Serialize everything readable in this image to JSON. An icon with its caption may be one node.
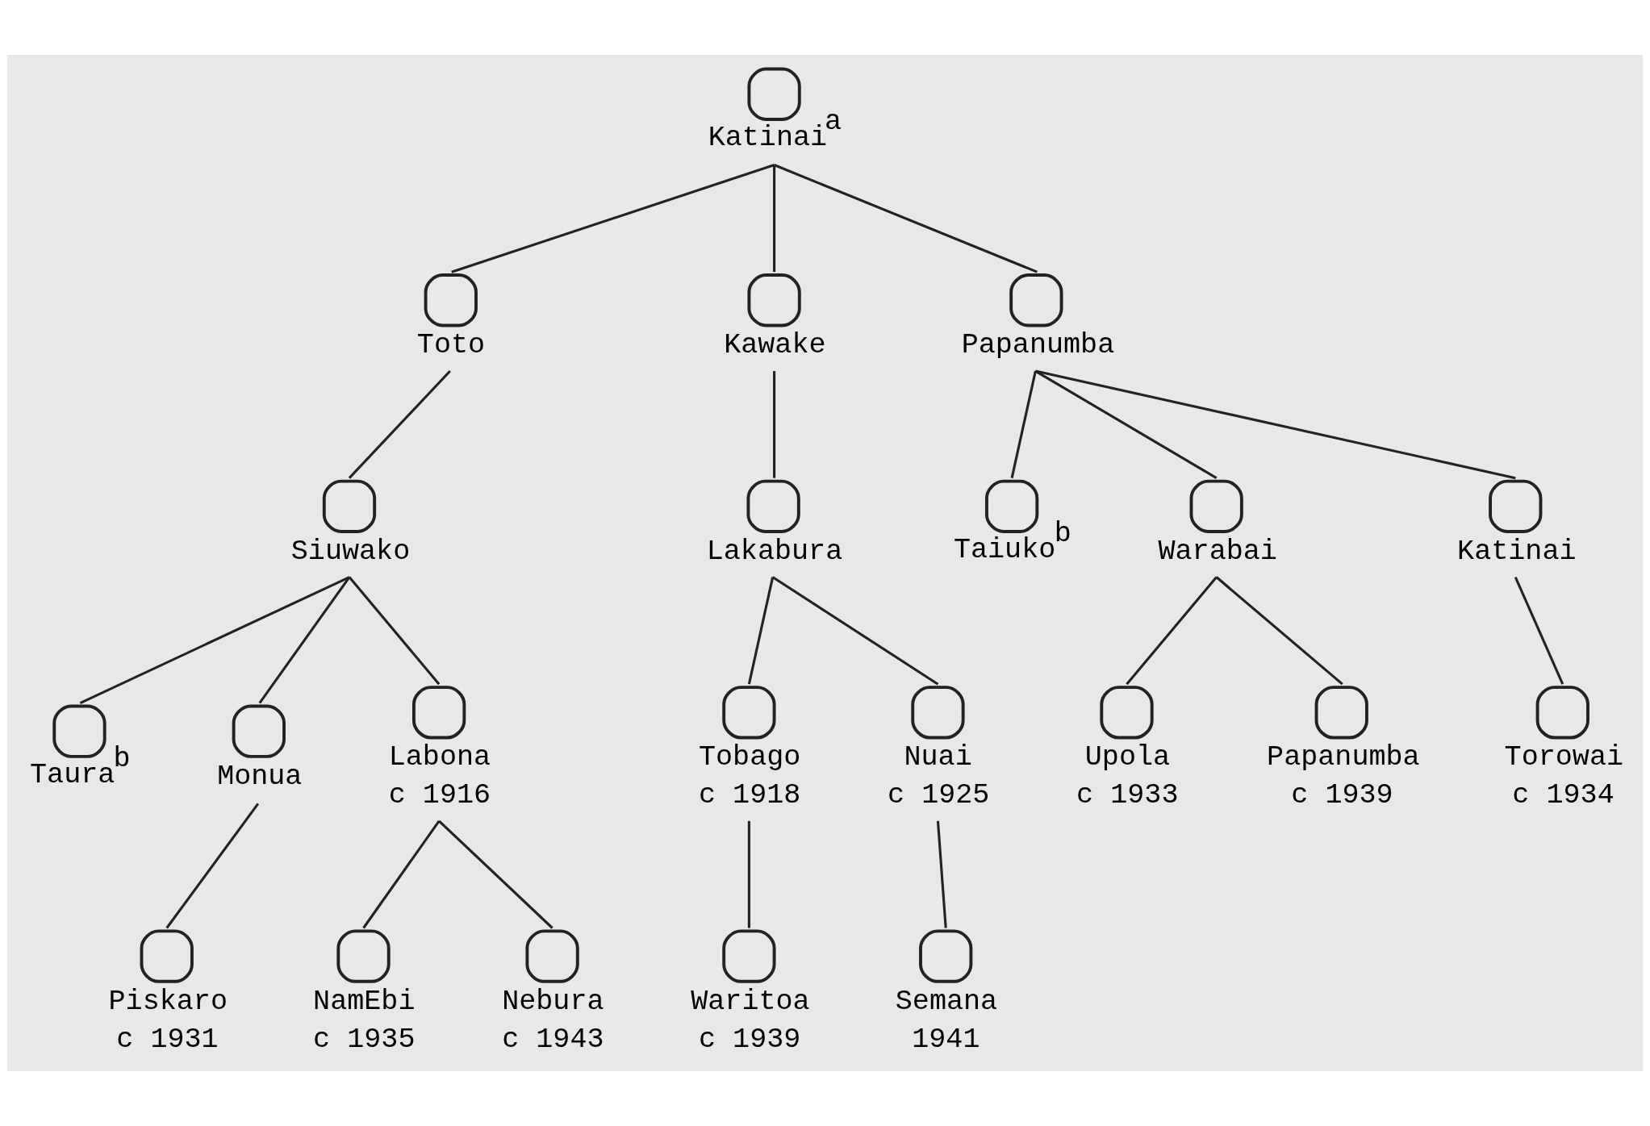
{
  "diagram": {
    "nodes": [
      {
        "text": [
          "Katinai$^{a}$"
        ]
      },
      {
        "text": [
          "Toto"
        ]
      },
      {
        "text": [
          "Kawake"
        ]
      },
      {
        "text": [
          "Papanumba"
        ]
      },
      {
        "text": [
          "Siuwako"
        ]
      },
      {
        "text": [
          "Lakabura"
        ]
      },
      {
        "text": [
          "Taiuko$^{b}$"
        ]
      },
      {
        "text": [
          "Warabai"
        ]
      },
      {
        "text": [
          "Katinai"
        ]
      },
      {
        "text": [
          "Taura$^{b}$"
        ]
      },
      {
        "text": [
          "Monua"
        ]
      },
      {
        "text": [
          "Labona",
          "c 1916"
        ]
      },
      {
        "text": [
          "Tobago",
          "c 1918"
        ]
      },
      {
        "text": [
          "Nuai",
          "c 1925"
        ]
      },
      {
        "text": [
          "Upola",
          "c 1933"
        ]
      },
      {
        "text": [
          "Papanumba",
          "c 1939"
        ]
      },
      {
        "text": [
          "Torowai",
          "c 1934"
        ]
      },
      {
        "text": [
          "Piskaro",
          "c 1931"
        ]
      },
      {
        "text": [
          "NamEbi",
          "c 1935"
        ]
      },
      {
        "text": [
          "Nebura",
          "c 1943"
        ]
      },
      {
        "text": [
          "Waritoa",
          "c 1939"
        ]
      },
      {
        "text": [
          "Semana",
          "1941"
        ]
      }
    ],
    "edges": [
      {
        "from": 0,
        "to": 1,
        "arrow": "none"
      },
      {
        "from": 0,
        "to": 2,
        "arrow": "none"
      },
      {
        "from": 0,
        "to": 3,
        "arrow": "none"
      },
      {
        "from": 1,
        "to": 4,
        "arrow": "none"
      },
      {
        "from": 2,
        "to": 5,
        "arrow": "none"
      },
      {
        "from": 3,
        "to": 6,
        "arrow": "none"
      },
      {
        "from": 3,
        "to": 7,
        "arrow": "none"
      },
      {
        "from": 3,
        "to": 8,
        "arrow": "none"
      },
      {
        "from": 4,
        "to": 9,
        "arrow": "none"
      },
      {
        "from": 4,
        "to": 10,
        "arrow": "none"
      },
      {
        "from": 4,
        "to": 11,
        "arrow": "none"
      },
      {
        "from": 5,
        "to": 12,
        "arrow": "none"
      },
      {
        "from": 5,
        "to": 13,
        "arrow": "none"
      },
      {
        "from": 7,
        "to": 14,
        "arrow": "none"
      },
      {
        "from": 7,
        "to": 15,
        "arrow": "none"
      },
      {
        "from": 8,
        "to": 16,
        "arrow": "none"
      },
      {
        "from": 10,
        "to": 17,
        "arrow": "none"
      },
      {
        "from": 11,
        "to": 18,
        "arrow": "none"
      },
      {
        "from": 11,
        "to": 19,
        "arrow": "none"
      },
      {
        "from": 12,
        "to": 20,
        "arrow": "none"
      },
      {
        "from": 13,
        "to": 21,
        "arrow": "none"
      }
    ]
  }
}
